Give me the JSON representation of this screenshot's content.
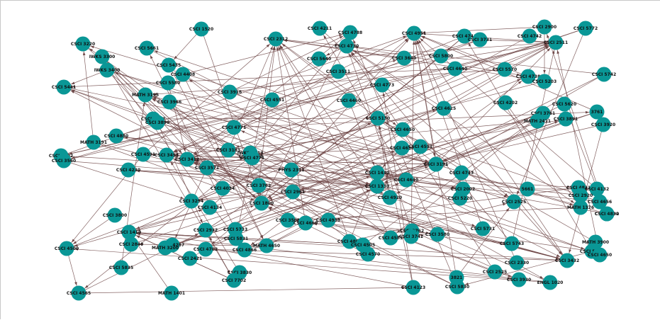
{
  "graph": {
    "node_color": "#0a9796",
    "edge_color": "#6e4747",
    "background": "#ffffff",
    "nodes": [
      "CSCI 1520",
      "CSCI 2312",
      "CSCI 4211",
      "CSCI 4788",
      "CSCI 4951",
      "CSCI 4741",
      "CSCI 3731",
      "CSCI 4742",
      "CSCI 2900",
      "CSCI 5772",
      "CSCI 3220",
      "CSCI 5661",
      "IWKS 3300",
      "IWKS 3400",
      "CSCI 5435",
      "CSCI 4408",
      "CSCI 5580",
      "CSCI 5441",
      "MATH 3195",
      "CSCI 3916",
      "CSCI 3966",
      "CSCI 5640",
      "CSCI 4730",
      "CSCI 3640",
      "CSCI 5800",
      "CSCI 2511",
      "CSCI 3511",
      "CSCI 4640",
      "CSCI 5570",
      "CSCI 4738",
      "CSCI 5203",
      "CSCI 5742",
      "CSCI 4551",
      "CSCI 4460",
      "CSCI 4773",
      "CSCI 4625",
      "CSCI 4202",
      "CSCI 5620",
      "CSCI 3761",
      "3761",
      "CSCI 3287",
      "CSCI 3890",
      "CSCI 5130",
      "MATH 2411",
      "CSCI 3891",
      "CSCI 3920",
      "CSCI 4771",
      "CSCI 4880",
      "MATH 3191",
      "CSCI 4591",
      "CSCI 3453",
      "CSCI 3181",
      "CSCI 4650",
      "CSCI 4630",
      "CSCI 4591b",
      "CSCI 3412",
      "CSCI 4202b",
      "CSCI 3560",
      "CSCI 3508",
      "CSCI 4230",
      "IWKS 4113",
      "CSCI 4771b",
      "CSCI 3571",
      "PHYS 2311",
      "CSCI 1430",
      "CSCI 5631",
      "CSCI 3191",
      "CSCI 4743",
      "CSCI 3762",
      "CSCI 4034",
      "CSCI 2961",
      "CSCI 1330",
      "CSCI 4640b",
      "CSCI 2002",
      "CSCI 5661b",
      "CSCI 4831",
      "CSCI 4132",
      "CSCI 2920",
      "CSCI 4656",
      "CSCI 3294",
      "CSCI 4134",
      "CSCI 1800",
      "CSCI 4920",
      "CSCI 5220",
      "CSCI 2525",
      "MATH 1376",
      "CSCI 4702",
      "CSCI 4830",
      "CSCI 3800",
      "CSCI 3508b",
      "CSCI 4660",
      "CSCI 4930",
      "CSCI 3762b",
      "CSCI 2932",
      "CSCI 5733",
      "CSCI 5731",
      "CSCI 1410",
      "CSCI 4287",
      "CSCI 2840",
      "CSCI 5831",
      "CSCI 4800",
      "CSCI 4581",
      "CSCI 3742",
      "CSCI 3580",
      "CSCI 5743",
      "MATH 3900",
      "CSCI 4500",
      "MATH 3200",
      "CSCI 4702b",
      "CSCI 4866",
      "MATH 4650",
      "CSCI 4505",
      "CSCI 5402",
      "CSCI 4650b",
      "CSCI 2421",
      "CSCI 4570",
      "CSCI 3432",
      "CSCI 5835",
      "CSCI 2330",
      "CSCI 3830",
      "CSCI 2525b",
      "3821",
      "CSCI 3930",
      "CSCI 7702",
      "CSCI 4565",
      "MATH 1401",
      "CSCI 4123",
      "CSCI 5830",
      "ENGL 1020"
    ]
  }
}
